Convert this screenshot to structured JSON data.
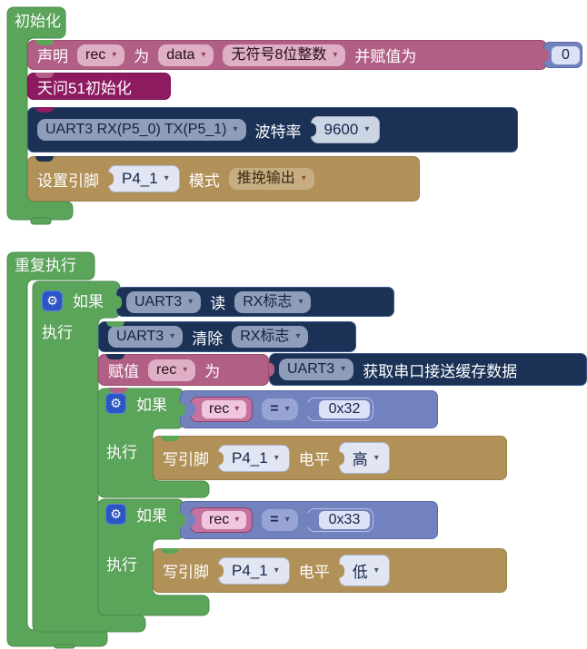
{
  "colors": {
    "green": "#5AA55A",
    "pink": "#B25F85",
    "magenta": "#8E1A60",
    "navy": "#1B3156",
    "tan": "#B29158",
    "slate": "#7282BE",
    "gear_blue": "#2B54C4"
  },
  "setup": {
    "title": "初始化",
    "declare": {
      "kw": "声明",
      "var": "rec",
      "as_label": "为",
      "scope": "data",
      "dtype": "无符号8位整数",
      "assign_label": "并赋值为",
      "value": "0"
    },
    "board_init": "天问51初始化",
    "uart": {
      "port": "UART3 RX(P5_0) TX(P5_1)",
      "baud_label": "波特率",
      "baud": "9600"
    },
    "pin_mode": {
      "kw": "设置引脚",
      "pin": "P4_1",
      "mode_label": "模式",
      "mode": "推挽输出"
    }
  },
  "loop": {
    "title": "重复执行",
    "outer_if": {
      "if_label": "如果",
      "do_label": "执行",
      "condition": {
        "port": "UART3",
        "verb": "读",
        "flag": "RX标志"
      },
      "clear": {
        "port": "UART3",
        "verb": "清除",
        "flag": "RX标志"
      },
      "assign": {
        "kw": "赋值",
        "var": "rec",
        "as_label": "为",
        "src_port": "UART3",
        "src_label": "获取串口接送缓存数据"
      },
      "if_a": {
        "if_label": "如果",
        "do_label": "执行",
        "cond": {
          "var": "rec",
          "op": "=",
          "value": "0x32"
        },
        "action": {
          "kw": "写引脚",
          "pin": "P4_1",
          "level_label": "电平",
          "level": "高"
        }
      },
      "if_b": {
        "if_label": "如果",
        "do_label": "执行",
        "cond": {
          "var": "rec",
          "op": "=",
          "value": "0x33"
        },
        "action": {
          "kw": "写引脚",
          "pin": "P4_1",
          "level_label": "电平",
          "level": "低"
        }
      }
    }
  }
}
